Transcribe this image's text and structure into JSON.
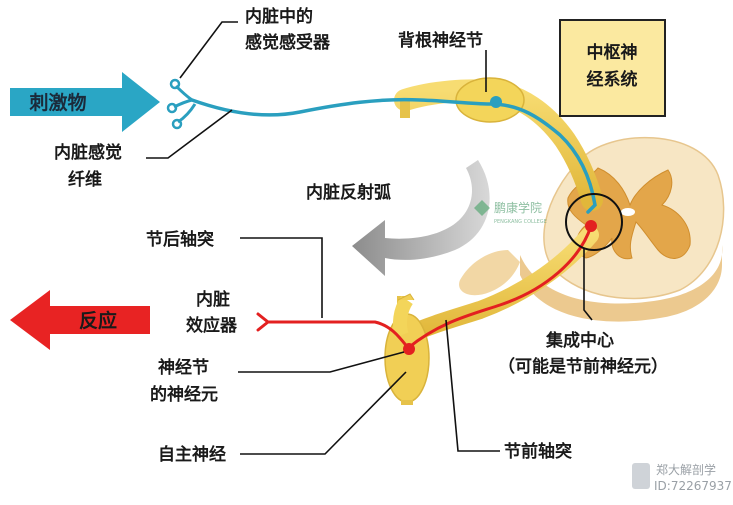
{
  "labels": {
    "visceral_receptor_line1": "内脏中的",
    "visceral_receptor_line2": "感觉感受器",
    "dorsal_root_ganglion": "背根神经节",
    "cns_line1": "中枢神",
    "cns_line2": "经系统",
    "stimulus": "刺激物",
    "visceral_sensory_fiber_line1": "内脏感觉",
    "visceral_sensory_fiber_line2": "纤维",
    "visceral_reflex_arc": "内脏反射弧",
    "postganglionic_axon": "节后轴突",
    "response": "反应",
    "visceral_effector_line1": "内脏",
    "visceral_effector_line2": "效应器",
    "integration_center": "集成中心",
    "preganglionic_neuron_note": "（可能是节前神经元）",
    "ganglion_neuron_line1": "神经节",
    "ganglion_neuron_line2": "的神经元",
    "autonomic_nerve": "自主神经",
    "preganglionic_axon": "节前轴突",
    "watermark": "鹏康学院",
    "watermark_sub": "PENGKANG COLLEGE",
    "credit_line1": "郑大解剖学",
    "credit_line2": "ID:72267937"
  },
  "colors": {
    "sensory_fiber": "#2a9fbf",
    "motor_fiber": "#e32020",
    "nerve": "#f1cf55",
    "spinal_outer": "#f7e6c4",
    "gray_matter": "#e3a64a",
    "stimulus_arrow": "#2aa6c5",
    "response_arrow": "#e82323",
    "cns_box": "#fbe9a0",
    "reflex_arrow": "#9b9b9b"
  }
}
